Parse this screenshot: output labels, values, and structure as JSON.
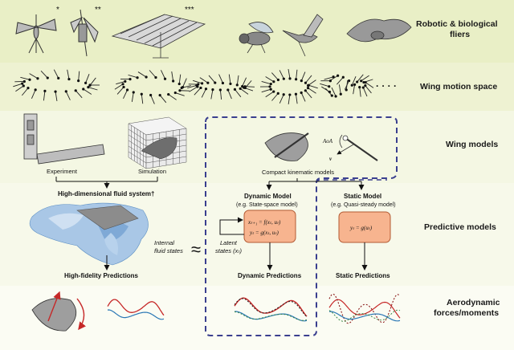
{
  "rows": {
    "fliers": [
      "Robotic & biological",
      "fliers"
    ],
    "motion": "Wing motion space",
    "models": "Wing models",
    "predictive": "Predictive models",
    "aero": [
      "Aerodynamic",
      "forces/moments"
    ]
  },
  "markers": {
    "one": "*",
    "two": "**",
    "three": "***",
    "ellipsis": "· · · ·"
  },
  "wing_models": {
    "experiment": "Experiment",
    "simulation": "Simulation",
    "compact": "Compact kinematic models",
    "aoa": "AoA",
    "v": "v"
  },
  "fluid": {
    "title": "High-dimensional fluid system†",
    "internal": [
      "Internal",
      "fluid states"
    ],
    "approx": "≈",
    "hifi": "High-fidelity Predictions"
  },
  "dynamic": {
    "title": "Dynamic Model",
    "subtitle": "(e.g. State-space model)",
    "eq1": "xₜ₊₁ = f(xₜ, uₜ)",
    "eq2": "yₜ = g(xₜ, uₜ)",
    "latent": [
      "Latent",
      "states (xₜ)"
    ],
    "pred": "Dynamic Predictions"
  },
  "static": {
    "title": "Static Model",
    "subtitle": "(e.g. Quasi-steady model)",
    "eq": "yₜ = g(uₜ)",
    "pred": "Static Predictions"
  },
  "colors": {
    "band_yellow": "#e9efc6",
    "band_light": "#f3f6e0",
    "dash_blue": "#3a3f8f",
    "model_fill": "#f7b48f",
    "model_stroke": "#b35a33",
    "red": "#c62828",
    "blue": "#2a77b5",
    "green": "#3d8a4a",
    "grey": "#8a8a8a"
  }
}
